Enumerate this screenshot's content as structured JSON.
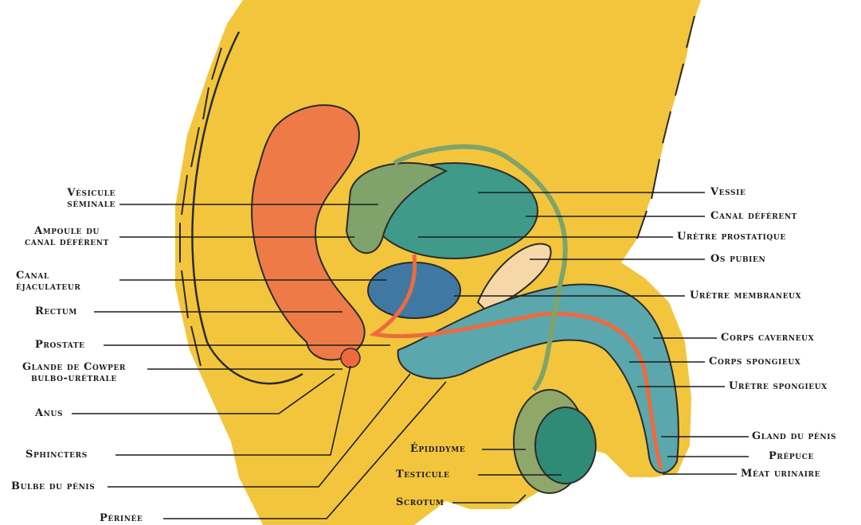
{
  "colors": {
    "skin": "#f2c53d",
    "outline": "#2b2b2b",
    "rectum": "#ee7b47",
    "bladder": "#3f9a8a",
    "seminal_vesicle": "#7fa36a",
    "prostate": "#3f79a3",
    "pubic_bone": "#f6d8a8",
    "spongy_body": "#5aa7ad",
    "urethra": "#ee6a3e",
    "testicle": "#2f8a76",
    "epididymis": "#8fa86a",
    "hair": "#2b2b2b"
  },
  "labels": {
    "vesicule_seminale": "Vésicule\nséminale",
    "ampoule_canal_deferent": "Ampoule du\ncanal déférent",
    "canal_ejaculateur": "Canal\néjaculateur",
    "rectum": "Rectum",
    "prostate": "Prostate",
    "glande_cowper": "Glande de Cowper\nbulbo-urétrale",
    "anus": "Anus",
    "sphincters": "Sphincters",
    "bulbe_penis": "Bulbe du pénis",
    "perinee": "Périnée",
    "vessie": "Vessie",
    "canal_deferent": "Canal déférent",
    "uretre_prostatique": "Urètre prostatique",
    "os_pubien": "Os pubien",
    "uretre_membraneux": "Urètre membraneux",
    "corps_caverneux": "Corps caverneux",
    "corps_spongieux": "Corps spongieux",
    "uretre_spongieux": "Urètre spongieux",
    "gland_penis": "Gland du pénis",
    "prepuce": "Prépuce",
    "meat_urinaire": "Méat urinaire",
    "epididyme": "Épididyme",
    "testicule": "Testicule",
    "scrotum": "Scrotum"
  }
}
